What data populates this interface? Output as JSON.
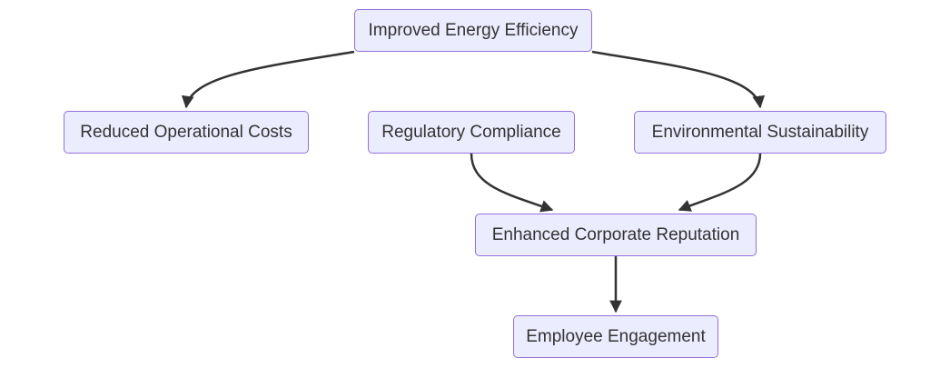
{
  "diagram": {
    "nodes": {
      "improved_energy_efficiency": "Improved Energy Efficiency",
      "reduced_operational_costs": "Reduced Operational Costs",
      "regulatory_compliance": "Regulatory Compliance",
      "environmental_sustainability": "Environmental Sustainability",
      "enhanced_corporate_reputation": "Enhanced Corporate Reputation",
      "employee_engagement": "Employee Engagement"
    },
    "edges": [
      {
        "from": "improved_energy_efficiency",
        "to": "reduced_operational_costs"
      },
      {
        "from": "improved_energy_efficiency",
        "to": "environmental_sustainability"
      },
      {
        "from": "regulatory_compliance",
        "to": "enhanced_corporate_reputation"
      },
      {
        "from": "environmental_sustainability",
        "to": "enhanced_corporate_reputation"
      },
      {
        "from": "enhanced_corporate_reputation",
        "to": "employee_engagement"
      }
    ],
    "colors": {
      "node_fill": "#ececff",
      "node_border": "#9370db",
      "edge": "#333333",
      "text": "#333333"
    }
  }
}
